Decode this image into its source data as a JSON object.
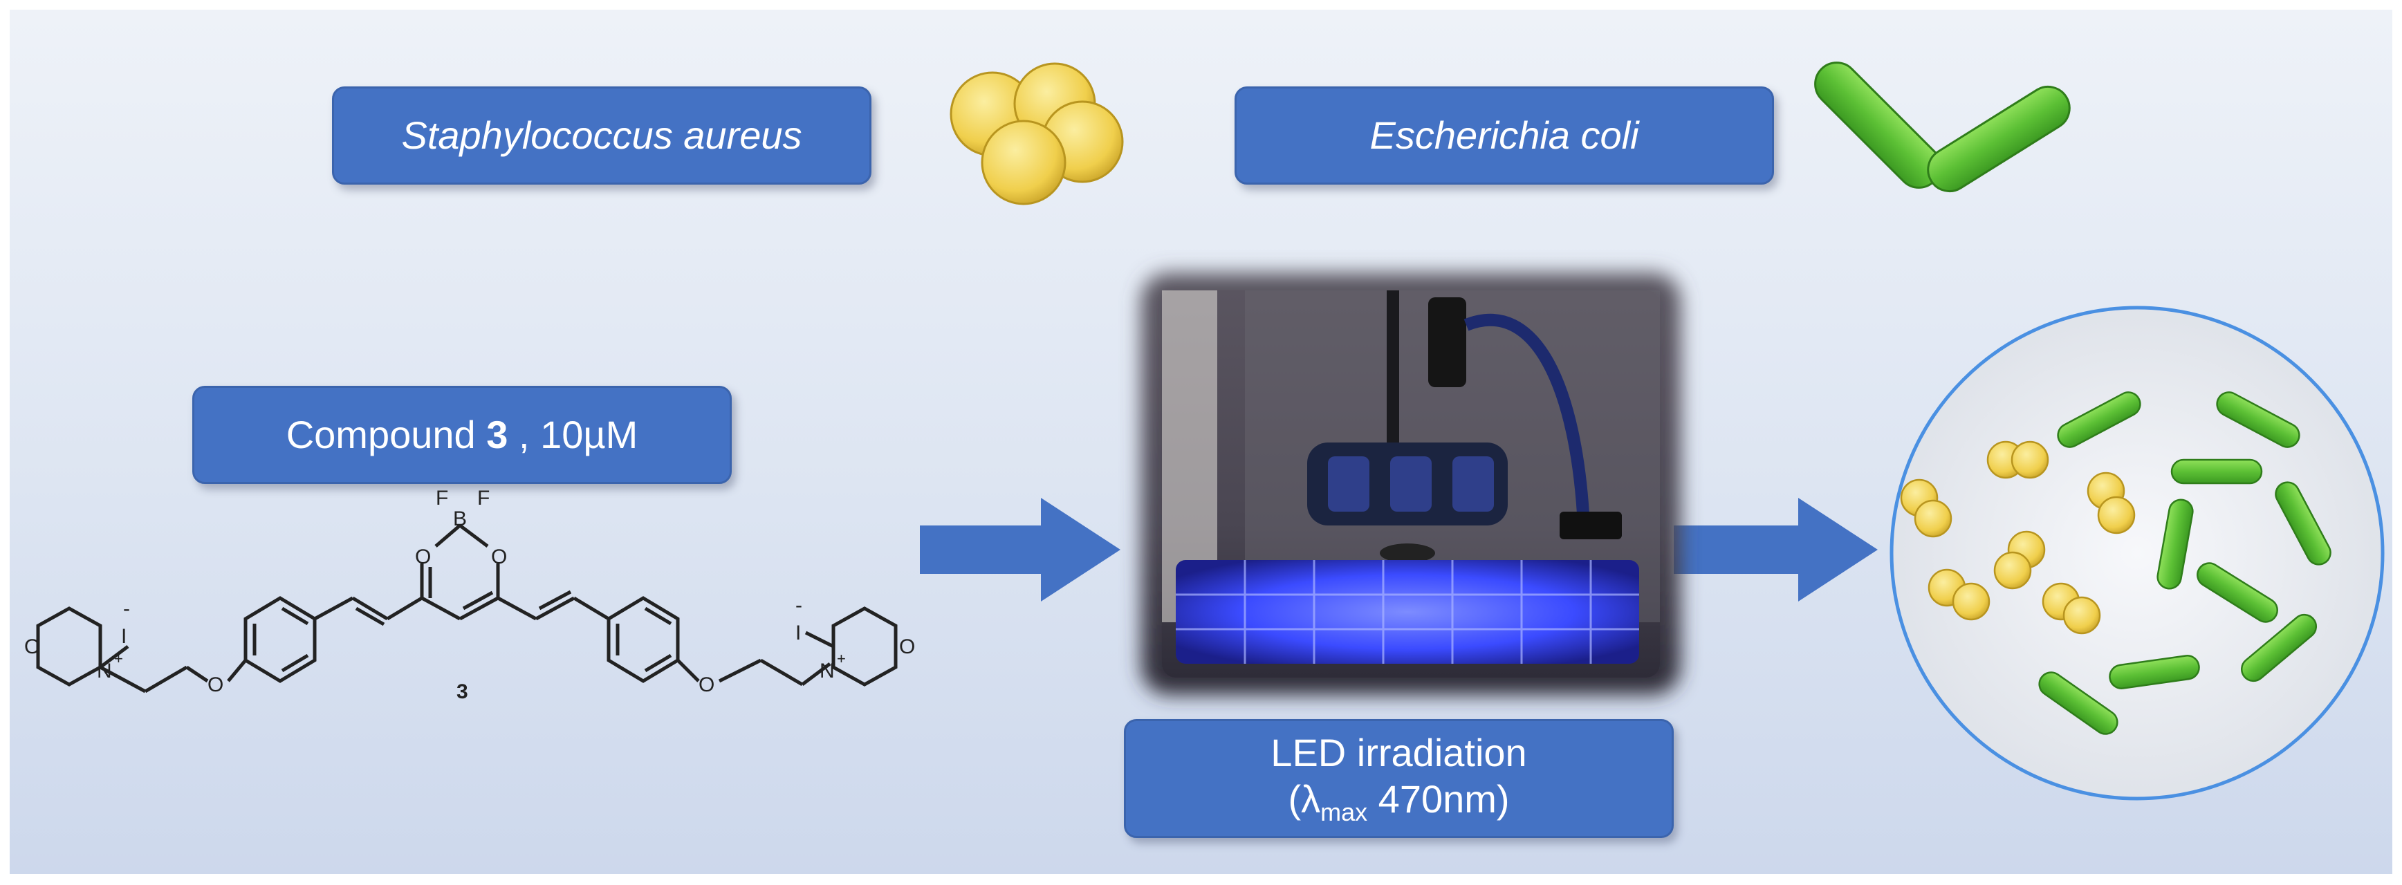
{
  "organisms": {
    "gram_positive": "Staphylococcus aureus",
    "gram_negative": "Escherichia coli"
  },
  "compound": {
    "prefix": "Compound ",
    "number": "3",
    "suffix": " , 10µM",
    "structure_label": "3",
    "atoms": {
      "fluorine": "F",
      "boron": "B",
      "oxygen": "O",
      "nitrogen": "N",
      "iodide": "I",
      "minus": "-",
      "plus": "+"
    }
  },
  "irradiation": {
    "line1": "LED irradiation",
    "lambda": "λ",
    "sub": "max",
    "wavelength": " 470nm"
  },
  "colors": {
    "box_fill": "#4472c4",
    "arrow": "#4472c4",
    "staph": "#f2d45c",
    "ecoli": "#5cc035",
    "led_glow": "#3b4bff"
  }
}
